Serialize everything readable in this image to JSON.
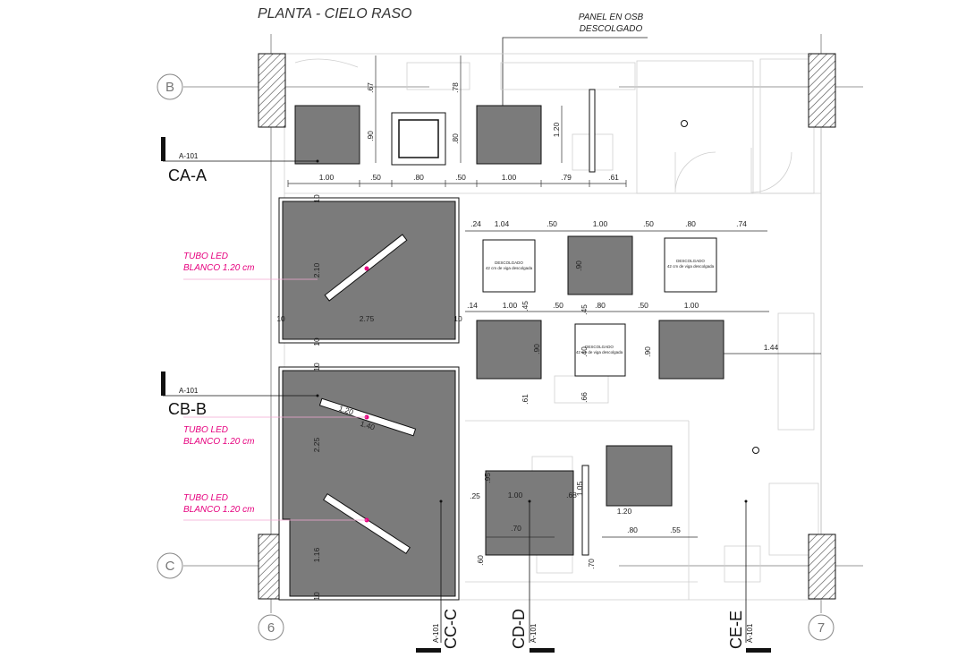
{
  "title": "PLANTA - CIELO RASO",
  "callout": {
    "line1": "PANEL EN OSB",
    "line2": "DESCOLGADO"
  },
  "axes": {
    "b": "B",
    "c": "C",
    "six": "6",
    "seven": "7"
  },
  "sections": [
    {
      "name": "CA-A",
      "ref": "A-101"
    },
    {
      "name": "CB-B",
      "ref": "A-101"
    },
    {
      "name": "CC-C",
      "ref": "A-101"
    },
    {
      "name": "CD-D",
      "ref": "A-101"
    },
    {
      "name": "CE-E",
      "ref": "A-101"
    }
  ],
  "led_labels": [
    {
      "line1": "TUBO LED",
      "line2": "BLANCO 1.20 cm"
    },
    {
      "line1": "TUBO LED",
      "line2": "BLANCO 1.20 cm"
    },
    {
      "line1": "TUBO LED",
      "line2": "BLANCO 1.20 cm"
    }
  ],
  "panel_notes": {
    "descolgado": "DESCOLGADO",
    "note": "42 cm de viga descolgada"
  },
  "dimensions": {
    "top_row": [
      "1.00",
      ".50",
      ".80",
      ".50",
      "1.00",
      ".79",
      ".61"
    ],
    "left_vertical": [
      ".67",
      ".90"
    ],
    "mid_vertical": [
      ".78",
      ".80"
    ],
    "right_vertical": [
      "1.20"
    ],
    "second_row": [
      ".24",
      "1.04",
      ".50",
      "1.00",
      ".50",
      ".80",
      ".74"
    ],
    "panel_90a": ".90",
    "third_row": [
      ".14",
      "1.00",
      ".45",
      ".50",
      ".45",
      ".80",
      ".50",
      "1.00"
    ],
    "big_top": [
      "10",
      "2.10",
      "10",
      "2.75",
      "10",
      "10"
    ],
    "big_bottom": [
      "10",
      "2.25",
      "1.16",
      "10"
    ],
    "mid_panels": [
      ".90",
      ".61",
      ".40",
      ".66",
      ".90",
      "1.44"
    ],
    "lower": [
      ".95",
      "1.00",
      ".25",
      ".68",
      "1.05",
      ".70",
      ".60",
      "1.20",
      ".80",
      ".55",
      ".70"
    ],
    "led_small": [
      "1.20",
      "1.40"
    ]
  }
}
